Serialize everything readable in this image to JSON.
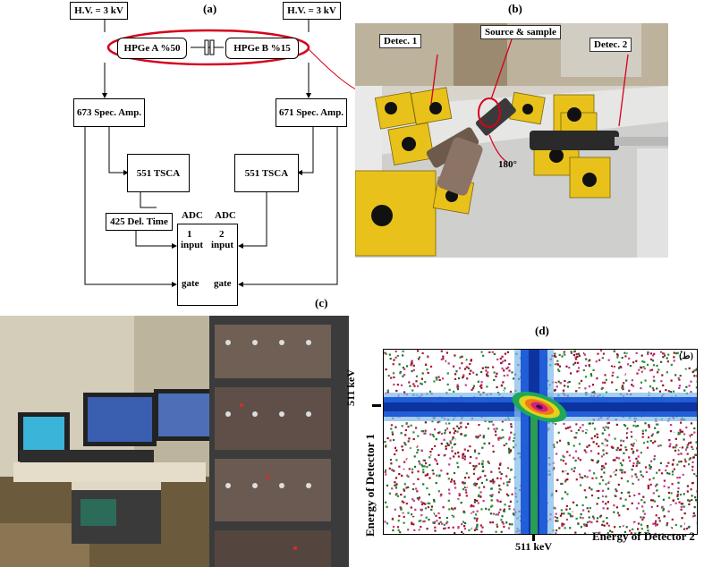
{
  "panel_labels": {
    "a": "(a)",
    "b": "(b)",
    "c": "(c)",
    "d": "(d)"
  },
  "schematic": {
    "hv_left": "H.V. = 3 kV",
    "hv_right": "H.V. = 3 kV",
    "detector_a": "HPGe A %50",
    "detector_b": "HPGe B %15",
    "amp_left": "673 Spec. Amp.",
    "amp_right": "671 Spec. Amp.",
    "tsca_left": "551 TSCA",
    "tsca_right": "551 TSCA",
    "delay": "425 Del. Time",
    "adc_left": "ADC",
    "adc_right": "ADC",
    "adc_in1_num": "1",
    "adc_in2_num": "2",
    "adc_in1": "input",
    "adc_in2": "input",
    "gate_left": "gate",
    "gate_right": "gate"
  },
  "photo_b": {
    "detec1": "Detec. 1",
    "source": "Source & sample",
    "detec2": "Detec. 2",
    "angle": "180°"
  },
  "spectrum": {
    "y_tick": "511 keV",
    "x_tick": "511 keV",
    "x_label": "Energy of Detector 2",
    "y_label": "Energy of Detector 1",
    "corner_tag": "(ط)"
  },
  "colors": {
    "ellipse": "#d6001c",
    "radiation_yellow": "#e8c21a",
    "map_bg_blue": "#1a57d6"
  }
}
